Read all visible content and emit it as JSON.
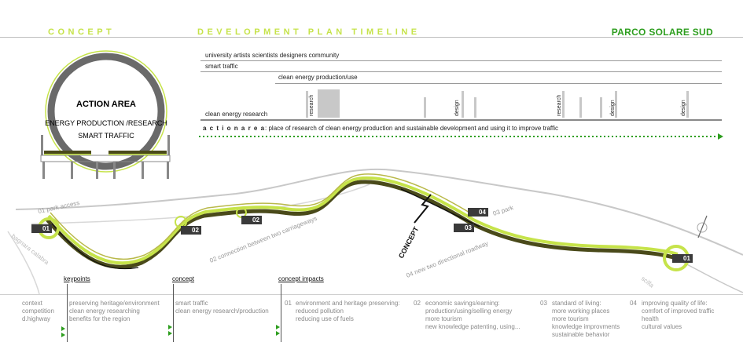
{
  "header": {
    "concept": "CONCEPT",
    "timeline": "DEVELOPMENT PLAN TIMELINE",
    "brand": "PARCO SOLARE SUD"
  },
  "action_area": {
    "title": "ACTION AREA",
    "line1": "ENERGY PRODUCTION /RESEARCH",
    "line2": "SMART TRAFFIC"
  },
  "timeline": {
    "row1": "university  artists  scientists  designers  community",
    "row2": "smart traffic",
    "row3": "clean energy production/use",
    "row4": "clean energy research",
    "vertical_labels": [
      "research",
      "design",
      "research",
      "design",
      "design"
    ],
    "action_prefix": "a c t i o n   a r e a",
    "action_text": ": place of  research of clean energy production and sustainable development and using it to improve traffic"
  },
  "map": {
    "road_labels": {
      "park_access": "01 park access",
      "connection": "02 connection between two carriageways",
      "two_directional": "04 new two directional roadway",
      "park": "03 park",
      "bagnara": "bagnara calabra",
      "scilla": "scilla"
    },
    "markers": [
      "01",
      "02",
      "02",
      "04",
      "03",
      "01"
    ],
    "concept": "CONCEPT"
  },
  "bottom": {
    "col0": [
      "context",
      "competition",
      "d.highway"
    ],
    "keypoints_label": "keypoints",
    "col1": [
      "preserving heritage/environment",
      "clean energy researching",
      "benefits for the region"
    ],
    "concept_label": "concept",
    "col2": [
      "smart traffic",
      "clean energy research/production"
    ],
    "impacts_label": "concept impacts",
    "impact1_num": "01",
    "impact1": [
      "environment and heritage preserving:",
      "reduced pollution",
      "reducing use  of fuels"
    ],
    "impact2_num": "02",
    "impact2": [
      "economic savings/earning:",
      "production/using/selling energy",
      "more tourism",
      "new knowledge patenting, using..."
    ],
    "impact3_num": "03",
    "impact3": [
      "standard of living:",
      "more working places",
      "more tourism",
      "knowledge improvments",
      "sustainable behavior"
    ],
    "impact4_num": "04",
    "impact4": [
      "improving quality of life:",
      "comfort of improved traffic",
      "health",
      "cultural values"
    ]
  },
  "colors": {
    "lime": "#c6e34a",
    "green": "#2e9e1f",
    "dark_olive": "#4a4a1a"
  }
}
